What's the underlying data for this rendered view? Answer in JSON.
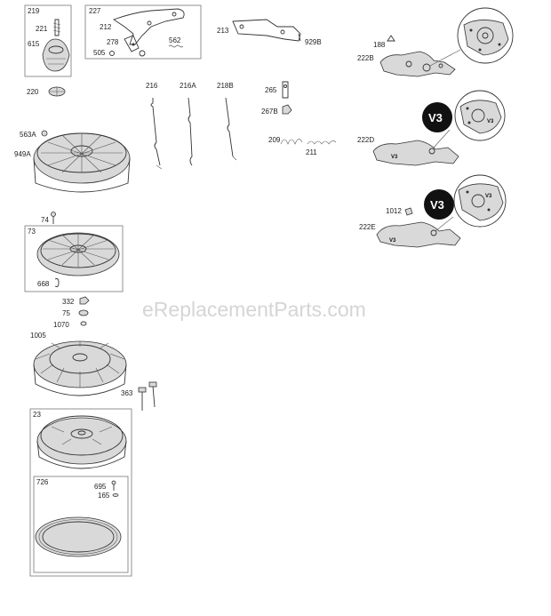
{
  "labels": {
    "p219": "219",
    "p221": "221",
    "p615": "615",
    "p227": "227",
    "p212": "212",
    "p278": "278",
    "p562": "562",
    "p505": "505",
    "p213": "213",
    "p929B": "929B",
    "p188": "188",
    "p222B": "222B",
    "p220": "220",
    "p216": "216",
    "p216A": "216A",
    "p218B": "218B",
    "p265": "265",
    "p267B": "267B",
    "p209": "209",
    "p211": "211",
    "p222D": "222D",
    "p563A": "563A",
    "p949A": "949A",
    "p1012": "1012",
    "p222E": "222E",
    "p74": "74",
    "p73": "73",
    "p668": "668",
    "p332": "332",
    "p75": "75",
    "p1070": "1070",
    "p1005": "1005",
    "p363": "363",
    "p23": "23",
    "p726": "726",
    "p695": "695",
    "p165": "165"
  },
  "callouts": {
    "v3_badge_d": "V3",
    "v3_badge_e": "V3",
    "v3_detail_d": "V3",
    "v3_detail_e": "V3",
    "v3_part_d": "V3",
    "v3_part_e": "V3"
  },
  "watermark": "eReplacementParts.com"
}
